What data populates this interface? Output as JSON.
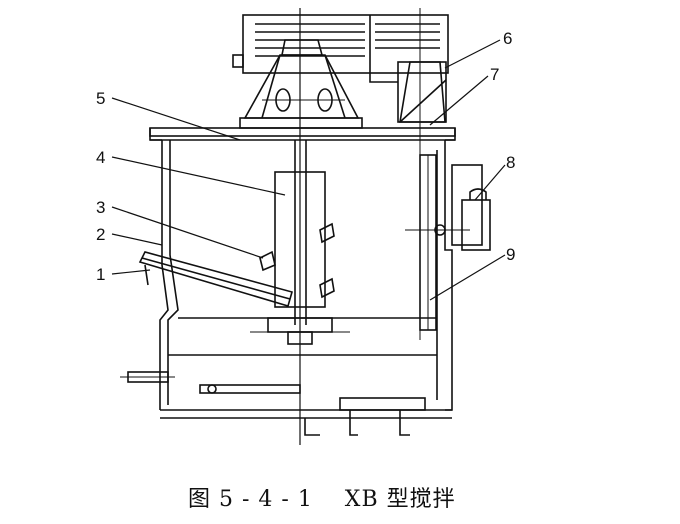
{
  "figure": {
    "caption": "图 5 - 4 - 1    XB 型搅拌",
    "labels": [
      "1",
      "2",
      "3",
      "4",
      "5",
      "6",
      "7",
      "8",
      "9"
    ]
  }
}
